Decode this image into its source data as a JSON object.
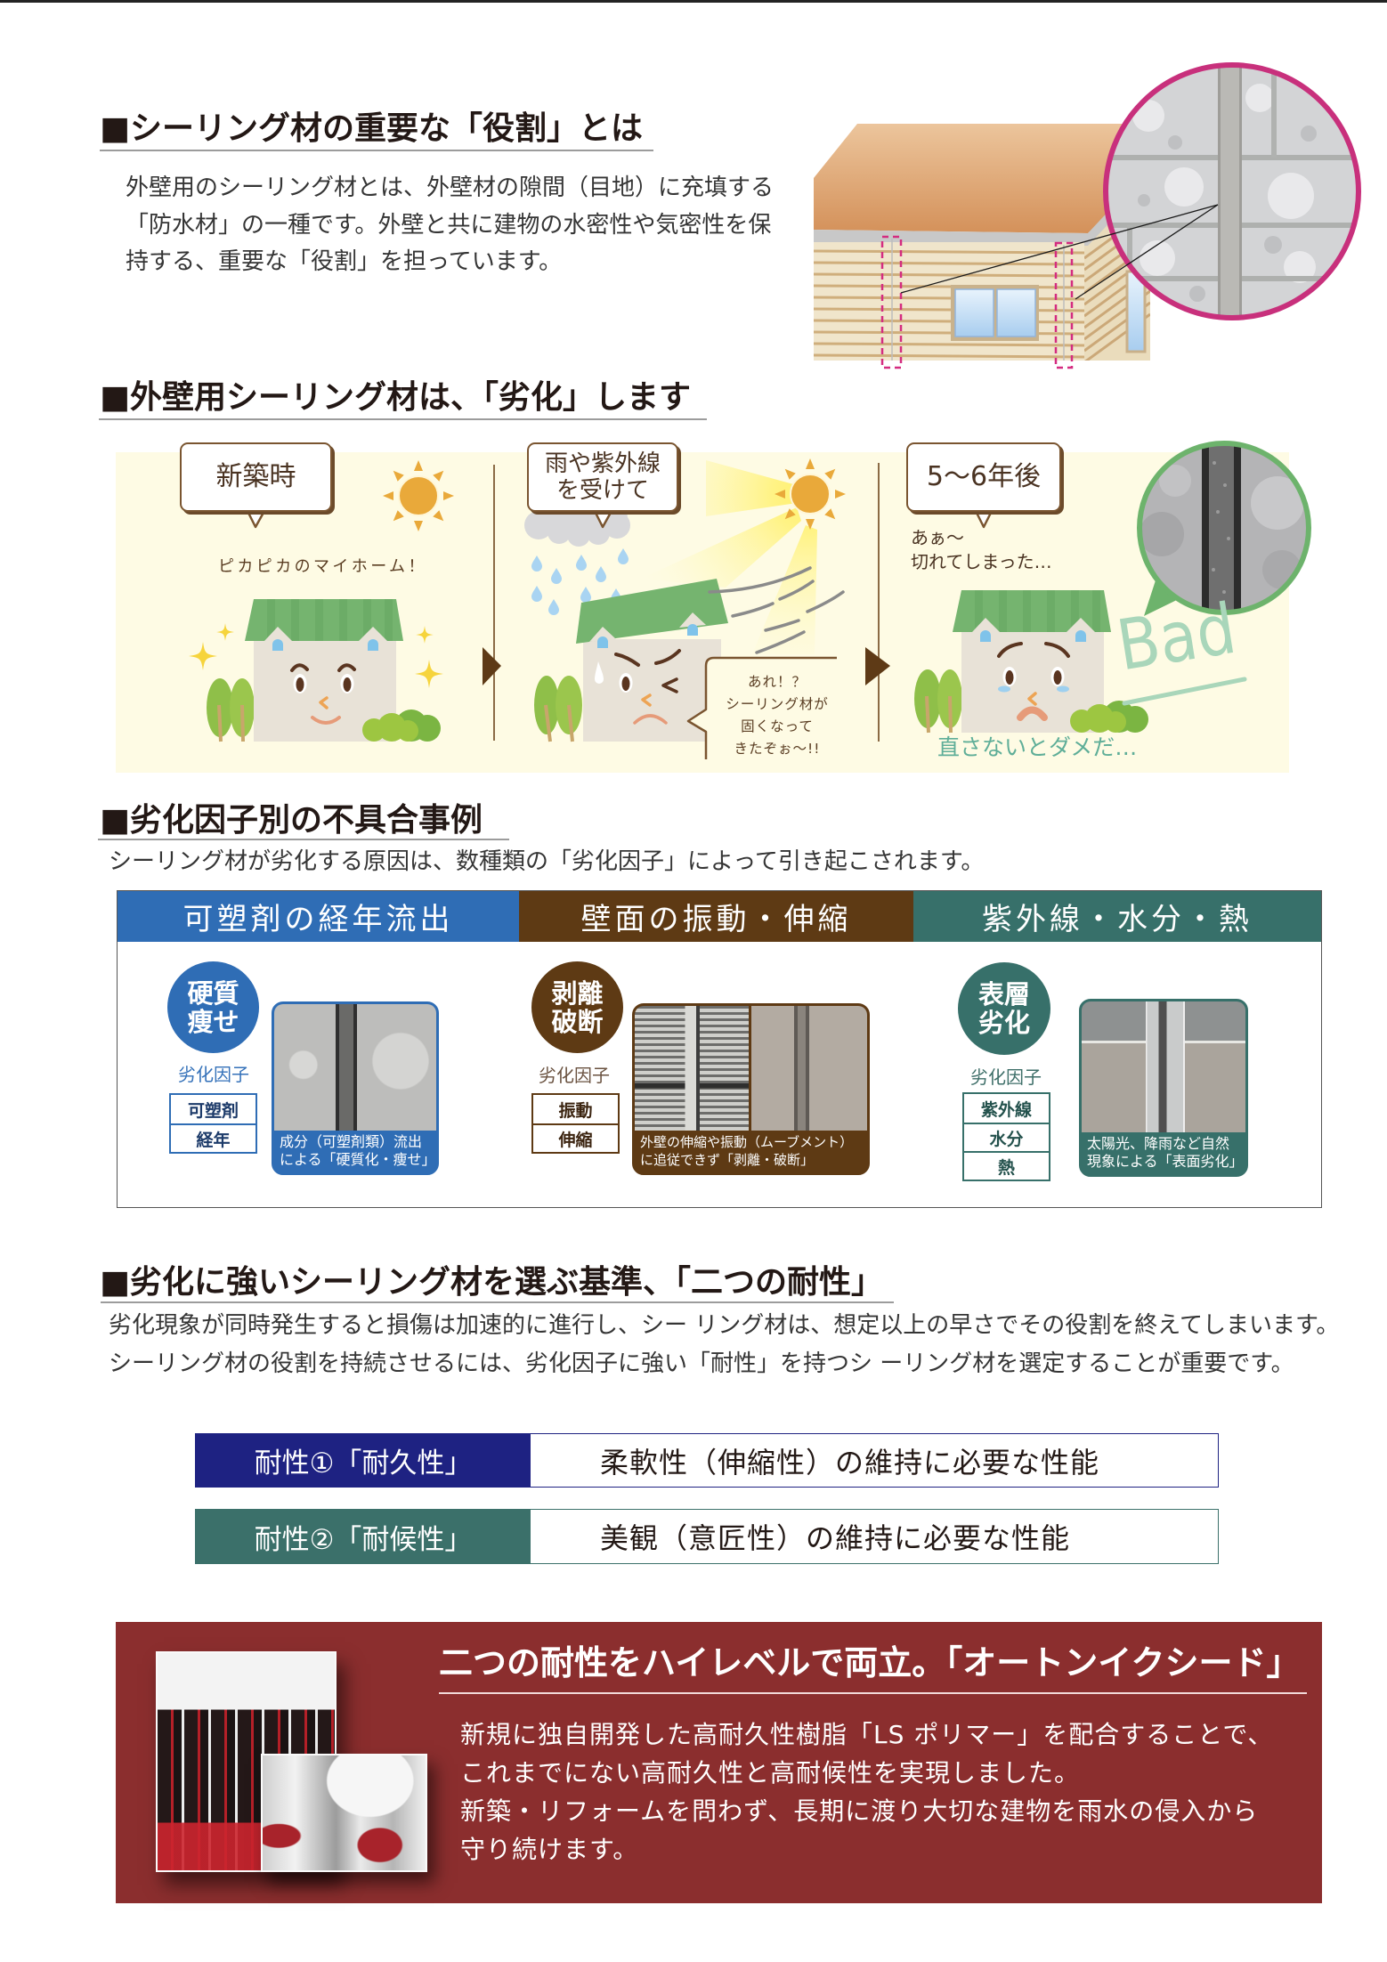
{
  "colors": {
    "top_border": "#232323",
    "plasticizer_blue": "#2f6db5",
    "movement_brown": "#5e3a14",
    "weather_teal": "#37706a",
    "durability_navy": "#1e2282",
    "weatherability_teal": "#3b706a",
    "promo_red": "#8b2e2e",
    "zoom_ring_pink": "#c8307c",
    "banner_cream": "#fefbe4"
  },
  "role_section": {
    "title": "■シーリング材の重要な「役割」とは",
    "body_lines": [
      "外壁用のシーリング材とは、外壁材の隙間（目地）に充填する",
      "「防水材」の一種です。外壁と共に建物の水密性や気密性を保",
      "持する、重要な「役割」を担っています。"
    ],
    "illustration_icon": "house-sealant-joint-closeup-icon"
  },
  "degradation_section": {
    "title": "■外壁用シーリング材は、「劣化」します",
    "panels": [
      {
        "bubble_lines": [
          "新築時"
        ],
        "caption": "ピカピカのマイホーム！",
        "icon": "happy-house-icon"
      },
      {
        "bubble_lines": [
          "雨や紫外線",
          "を受けて"
        ],
        "speech_lines": [
          "あれ！？",
          "シーリング材が",
          "固くなって",
          "きたぞぉ～!!"
        ],
        "icon": "worried-house-icon"
      },
      {
        "bubble_lines": [
          "5〜6年後"
        ],
        "caption_lines": [
          "あぁ～",
          "切れてしまった…"
        ],
        "stamp": "Bad",
        "footer": "直さないとダメだ…",
        "icon": "sad-house-icon"
      }
    ]
  },
  "factors_section": {
    "title": "■劣化因子別の不具合事例",
    "subtitle": "シーリング材が劣化する原因は、数種類の「劣化因子」によって引き起こされます。",
    "columns": [
      {
        "header": "可塑剤の経年流出",
        "color": "#2f6db5",
        "symptom_lines": [
          "硬質",
          "痩せ"
        ],
        "factor_label": "劣化因子",
        "factors": [
          "可塑剤",
          "経年"
        ],
        "caption_lines": [
          "成分（可塑剤類）流出",
          "による「硬質化・痩せ」"
        ]
      },
      {
        "header": "壁面の振動・伸縮",
        "color": "#5e3a14",
        "symptom_lines": [
          "剥離",
          "破断"
        ],
        "factor_label": "劣化因子",
        "factors": [
          "振動",
          "伸縮"
        ],
        "caption_lines": [
          "外壁の伸縮や振動（ムーブメント）",
          "に追従できず「剥離・破断」"
        ]
      },
      {
        "header": "紫外線・水分・熱",
        "color": "#37706a",
        "symptom_lines": [
          "表層",
          "劣化"
        ],
        "factor_label": "劣化因子",
        "factors": [
          "紫外線",
          "水分",
          "熱"
        ],
        "caption_lines": [
          "太陽光、降雨など自然",
          "現象による「表面劣化」"
        ]
      }
    ]
  },
  "criteria_section": {
    "title": "■劣化に強いシーリング材を選ぶ基準、「二つの耐性」",
    "body_lines": [
      "劣化現象が同時発生すると損傷は加速的に進行し、シー リング材は、想定以上の早さでその役割を終えてしまいます。",
      "シーリング材の役割を持続させるには、劣化因子に強い「耐性」を持つシ ーリング材を選定することが重要です。"
    ],
    "rows": [
      {
        "label": "耐性①「耐久性」",
        "description": "柔軟性（伸縮性）の維持に必要な性能",
        "color": "#1e2282"
      },
      {
        "label": "耐性②「耐候性」",
        "description": "美観（意匠性）の維持に必要な性能",
        "color": "#3b706a"
      }
    ]
  },
  "product_section": {
    "headline": "二つの耐性をハイレベルで両立。「オートンイクシード」",
    "body_lines": [
      "新規に独自開発した高耐久性樹脂「LS ポリマー」を配合することで、",
      "これまでにない高耐久性と高耐候性を実現しました。",
      "新築・リフォームを問わず、長期に渡り大切な建物を雨水の侵入から",
      "守り続けます。"
    ],
    "images": [
      "sealant-cartridges-photo",
      "sealant-cans-photo"
    ]
  }
}
